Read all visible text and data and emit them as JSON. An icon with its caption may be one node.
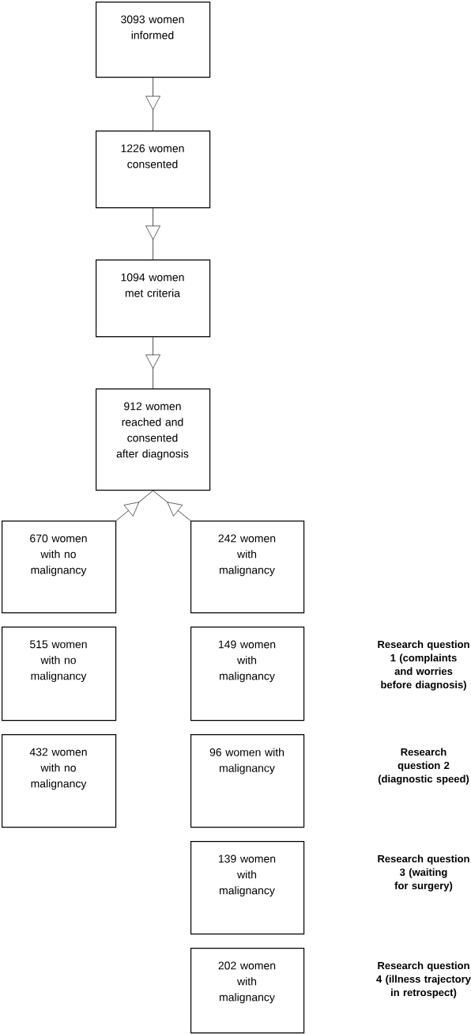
{
  "diagram": {
    "nodes": [
      {
        "text": [
          "3093 women informed"
        ]
      },
      {
        "text": [
          "1226 women consented"
        ]
      },
      {
        "text": [
          "1094 women met criteria"
        ]
      },
      {
        "text": [
          "912 women reached and consented after diagnosis"
        ]
      },
      {
        "text": [
          "670 women with no malignancy"
        ]
      },
      {
        "text": [
          "242 women with malignancy"
        ]
      },
      {
        "text": [
          "515 women with no malignancy"
        ]
      },
      {
        "text": [
          "149 women with malignancy"
        ]
      },
      {
        "text": [
          "432 women with no malignancy"
        ]
      },
      {
        "text": [
          "96 women with malignancy"
        ]
      },
      {
        "text": [
          "139 women with malignancy"
        ]
      },
      {
        "text": [
          "202 women with malignancy"
        ]
      }
    ],
    "edges": [
      {
        "from": 0,
        "to": 1,
        "arrow": "to"
      },
      {
        "from": 1,
        "to": 2,
        "arrow": "to"
      },
      {
        "from": 2,
        "to": 3,
        "arrow": "to"
      },
      {
        "from": 4,
        "to": 3,
        "arrow": "to"
      },
      {
        "from": 5,
        "to": 3,
        "arrow": "to"
      }
    ],
    "labels": [
      "Research question 1 (complaints and worries before diagnosis)",
      "Research question  2 (diagnostic speed)",
      "Research question  3 (waiting for surgery)",
      "Research question  4 (illness trajectory in retrospect)"
    ]
  }
}
